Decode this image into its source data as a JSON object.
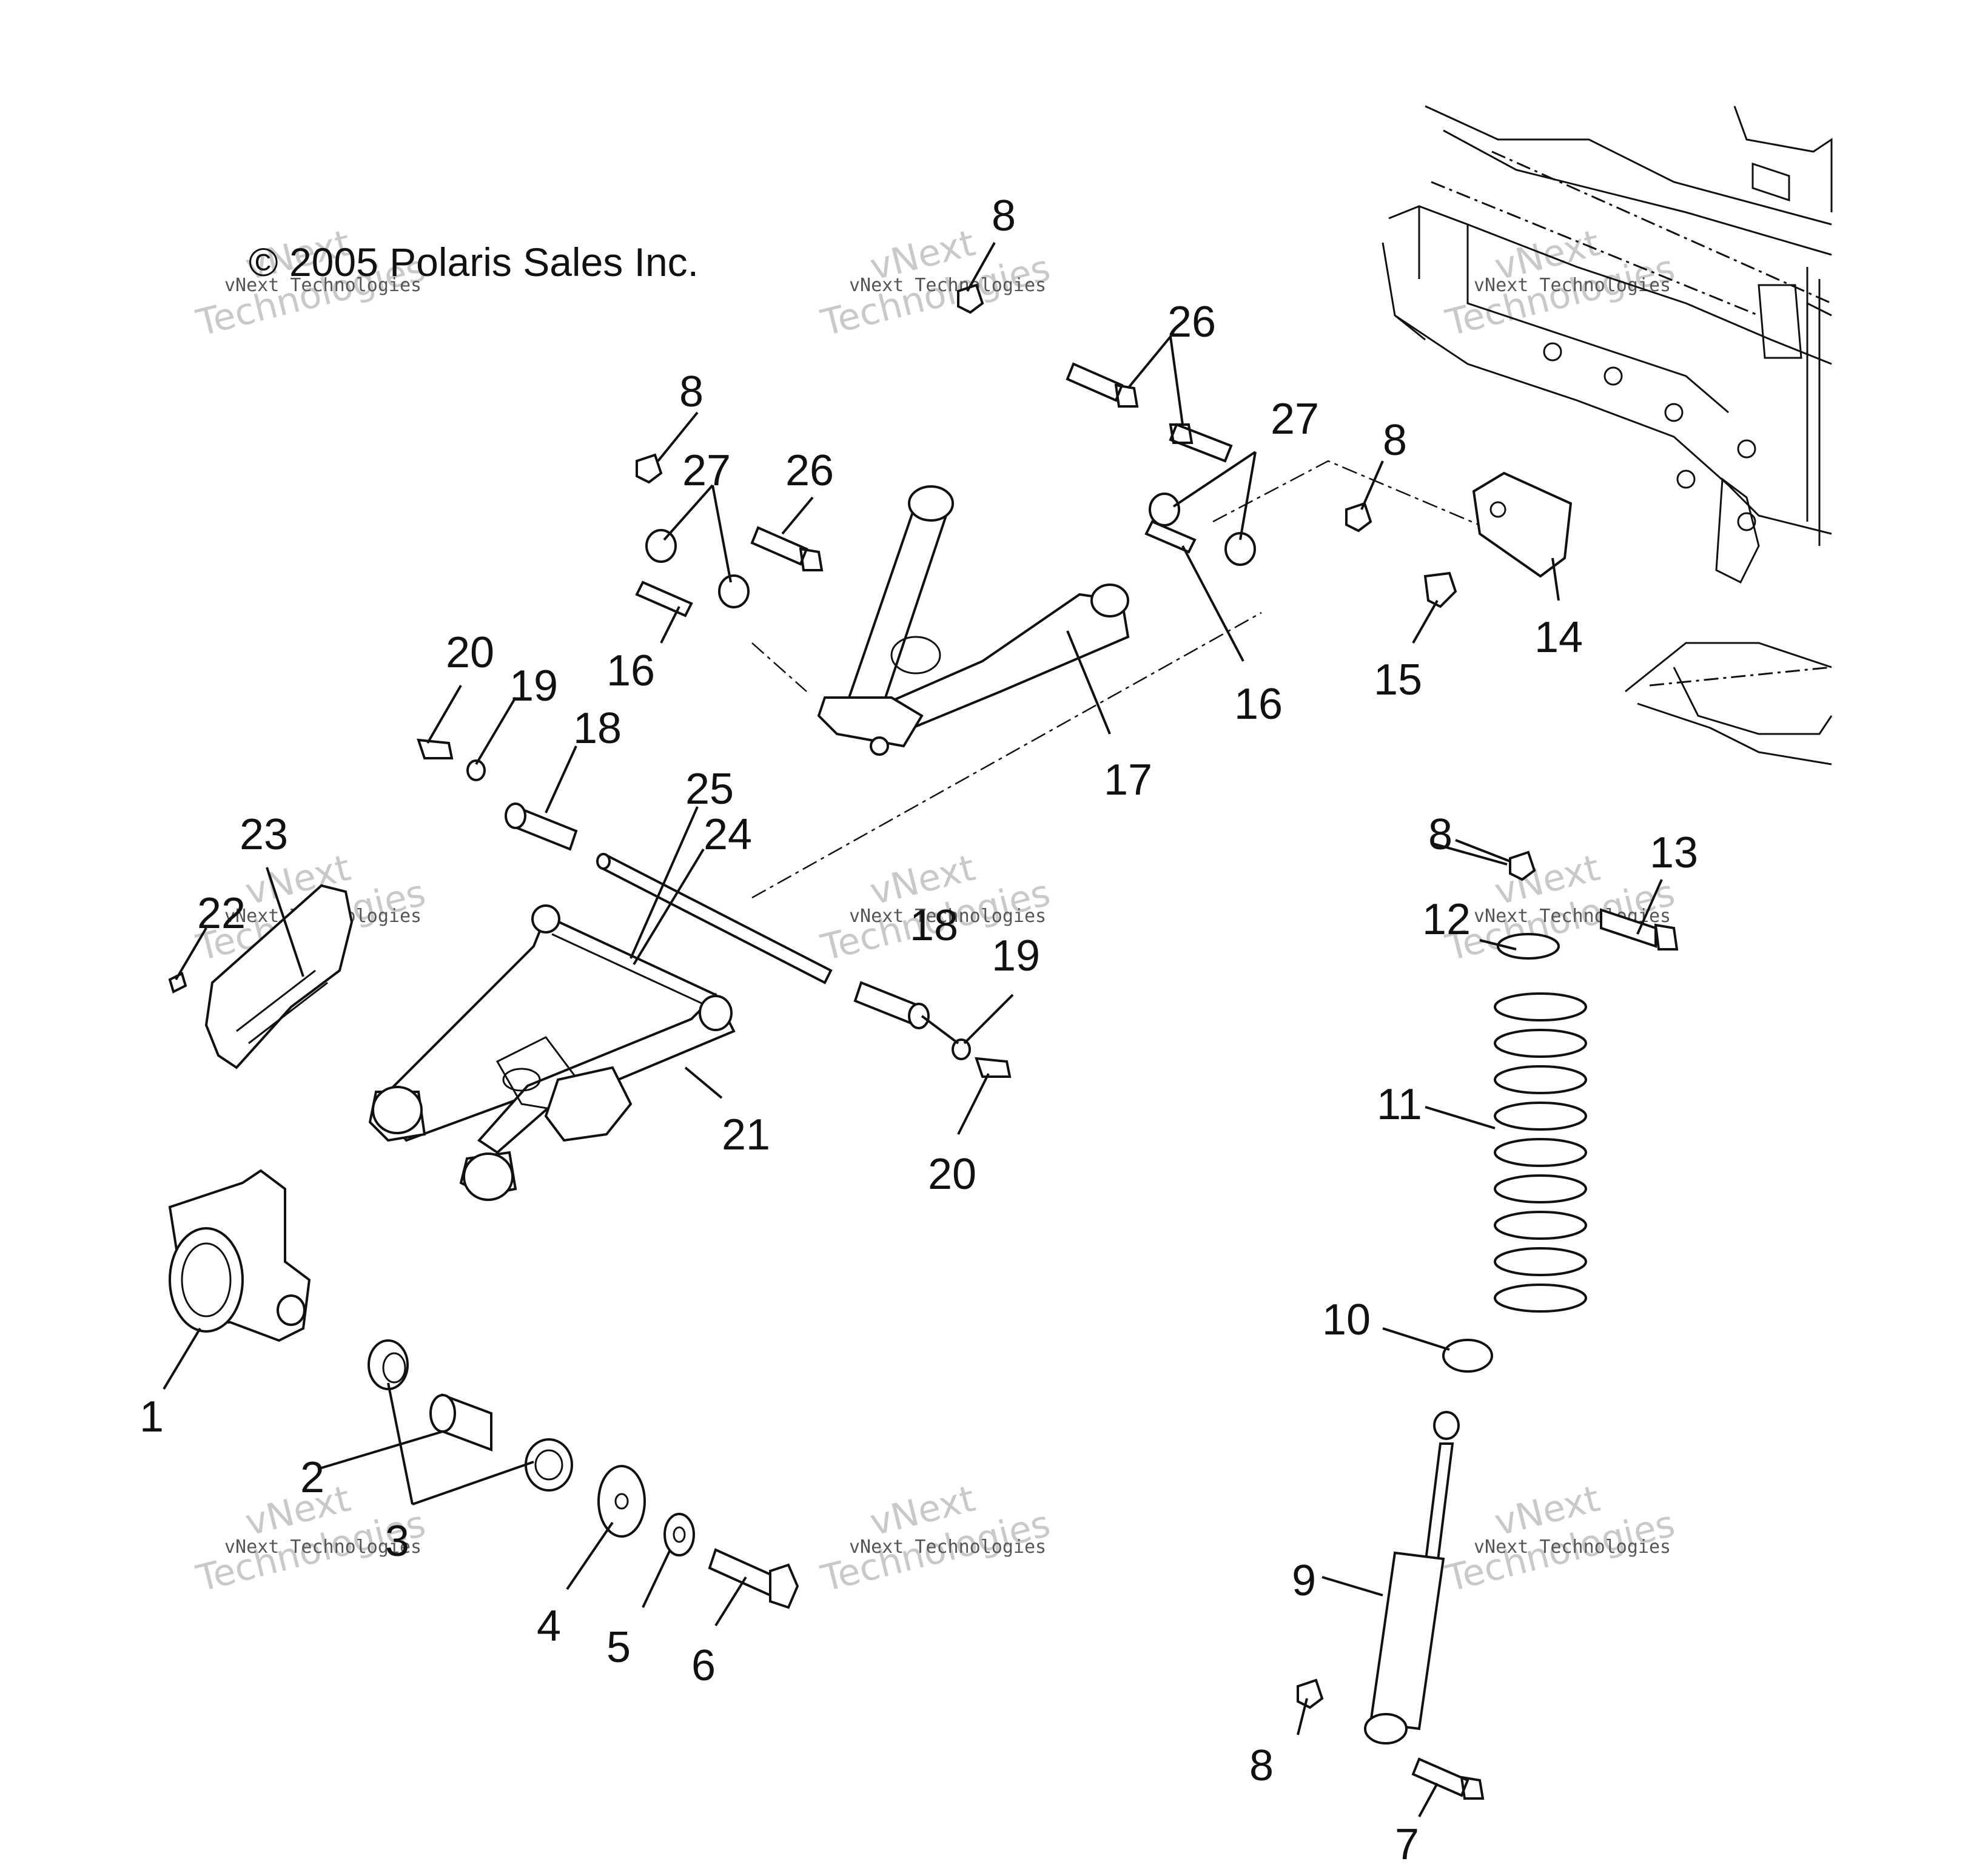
{
  "copyright": "© 2005 Polaris Sales Inc.",
  "watermark": {
    "line1": "vNext",
    "line2": "Technologies",
    "small": "vNext Technologies"
  },
  "callouts": {
    "c1": "1",
    "c2": "2",
    "c3": "3",
    "c4": "4",
    "c5": "5",
    "c6": "6",
    "c7": "7",
    "c8a": "8",
    "c8b": "8",
    "c8c": "8",
    "c8d": "8",
    "c8e": "8",
    "c9": "9",
    "c10": "10",
    "c11": "11",
    "c12": "12",
    "c13": "13",
    "c14": "14",
    "c15": "15",
    "c16a": "16",
    "c16b": "16",
    "c17": "17",
    "c18a": "18",
    "c18b": "18",
    "c19a": "19",
    "c19b": "19",
    "c20a": "20",
    "c20b": "20",
    "c21": "21",
    "c22": "22",
    "c23": "23",
    "c24": "24",
    "c25": "25",
    "c26a": "26",
    "c26b": "26",
    "c27a": "27",
    "c27b": "27"
  }
}
